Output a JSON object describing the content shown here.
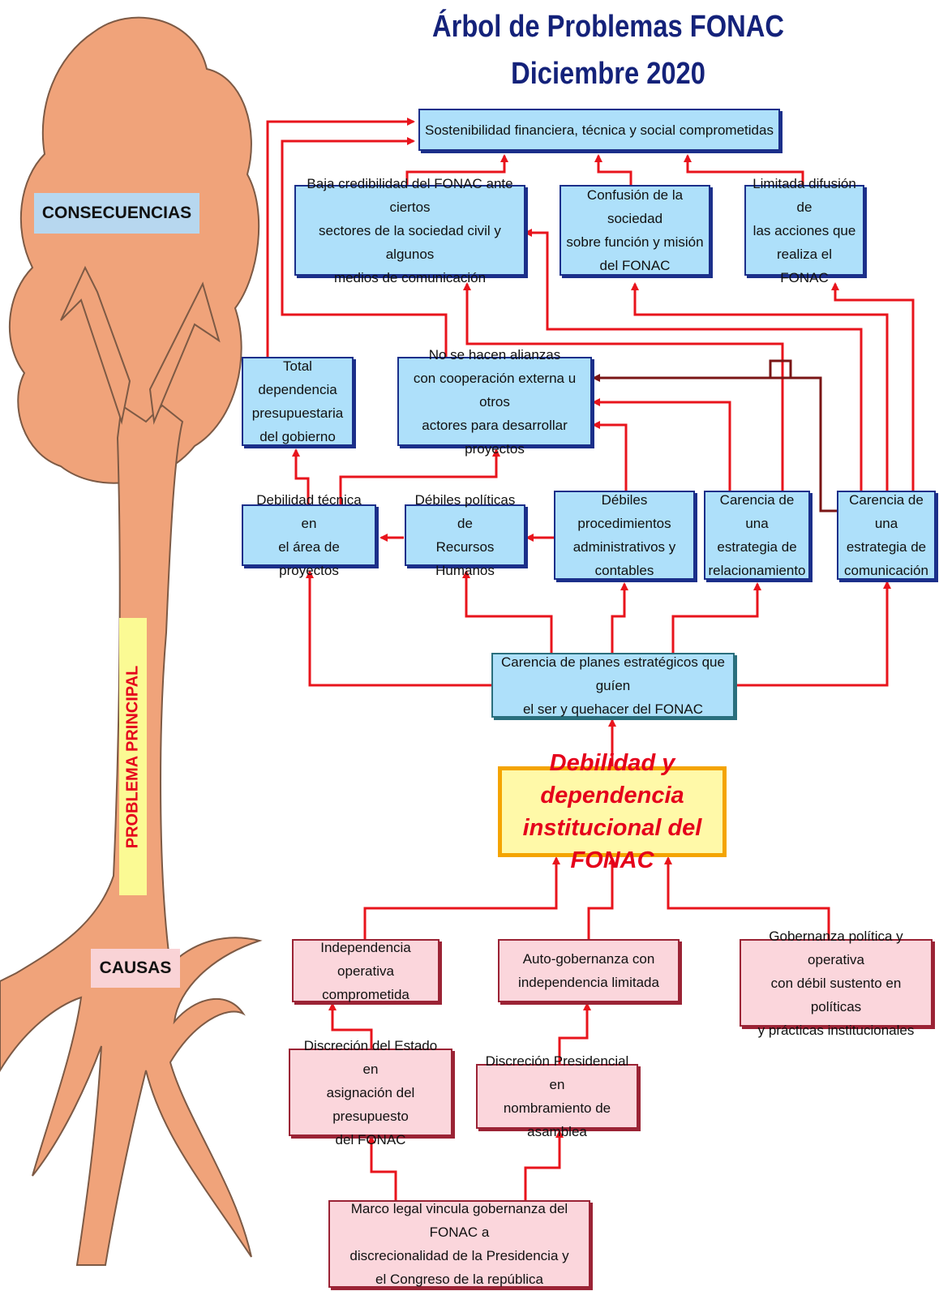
{
  "title": {
    "line1": "Árbol de Problemas FONAC",
    "line2": "Diciembre 2020"
  },
  "labels": {
    "consecuencias": "CONSECUENCIAS",
    "problema": "PROBLEMA PRINCIPAL",
    "causas": "CAUSAS"
  },
  "colors": {
    "title": "#14227a",
    "arrow": "#e8141c",
    "dark_arrow": "#7a1515",
    "tree": "#f0a37a",
    "main_text": "#e5001b",
    "main_border": "#f4a400"
  },
  "effects": {
    "sostenibilidad": "Sostenibilidad financiera, técnica y social comprometidas",
    "baja_credibilidad": "Baja credibilidad del FONAC ante ciertos\nsectores de la sociedad civil y algunos\nmedios de comunicación",
    "confusion": "Confusión de la sociedad\nsobre función y misión\ndel FONAC",
    "limitada_difusion": "Limitada difusión de\nlas acciones que\nrealiza el FONAC",
    "total_dependencia": "Total dependencia\npresupuestaria\ndel gobierno",
    "no_alianzas": "No se hacen alianzas\ncon cooperación externa u otros\nactores para desarrollar proyectos",
    "debilidad_tecnica": "Debilidad técnica en\nel área de proyectos",
    "debiles_politicas": "Débiles políticas de\nRecursos Humanos",
    "debiles_procedimientos": "Débiles procedimientos\nadministrativos y\ncontables",
    "estrategia_relacionamiento": "Carencia de una\nestrategia de\nrelacionamiento",
    "estrategia_comunicacion": "Carencia de una\nestrategia de\ncomunicación",
    "carencia_planes": "Carencia de planes estratégicos que guíen\nel ser y quehacer del FONAC"
  },
  "core_problem": "Debilidad y dependencia\ninstitucional del FONAC",
  "causes": {
    "independencia": "Independencia operativa\ncomprometida",
    "autogobernanza": "Auto-gobernanza con\nindependencia limitada",
    "gobernanza": "Gobernanza política y operativa\ncon débil sustento en políticas\ny prácticas institucionales",
    "discrecion_estado": "Discreción del Estado en\nasignación del presupuesto\ndel FONAC",
    "discrecion_presidencial": "Discreción Presidencial en\nnombramiento de asamblea",
    "marco_legal": "Marco legal vincula gobernanza del FONAC a\ndiscrecionalidad de la Presidencia y\nel Congreso de la república"
  }
}
